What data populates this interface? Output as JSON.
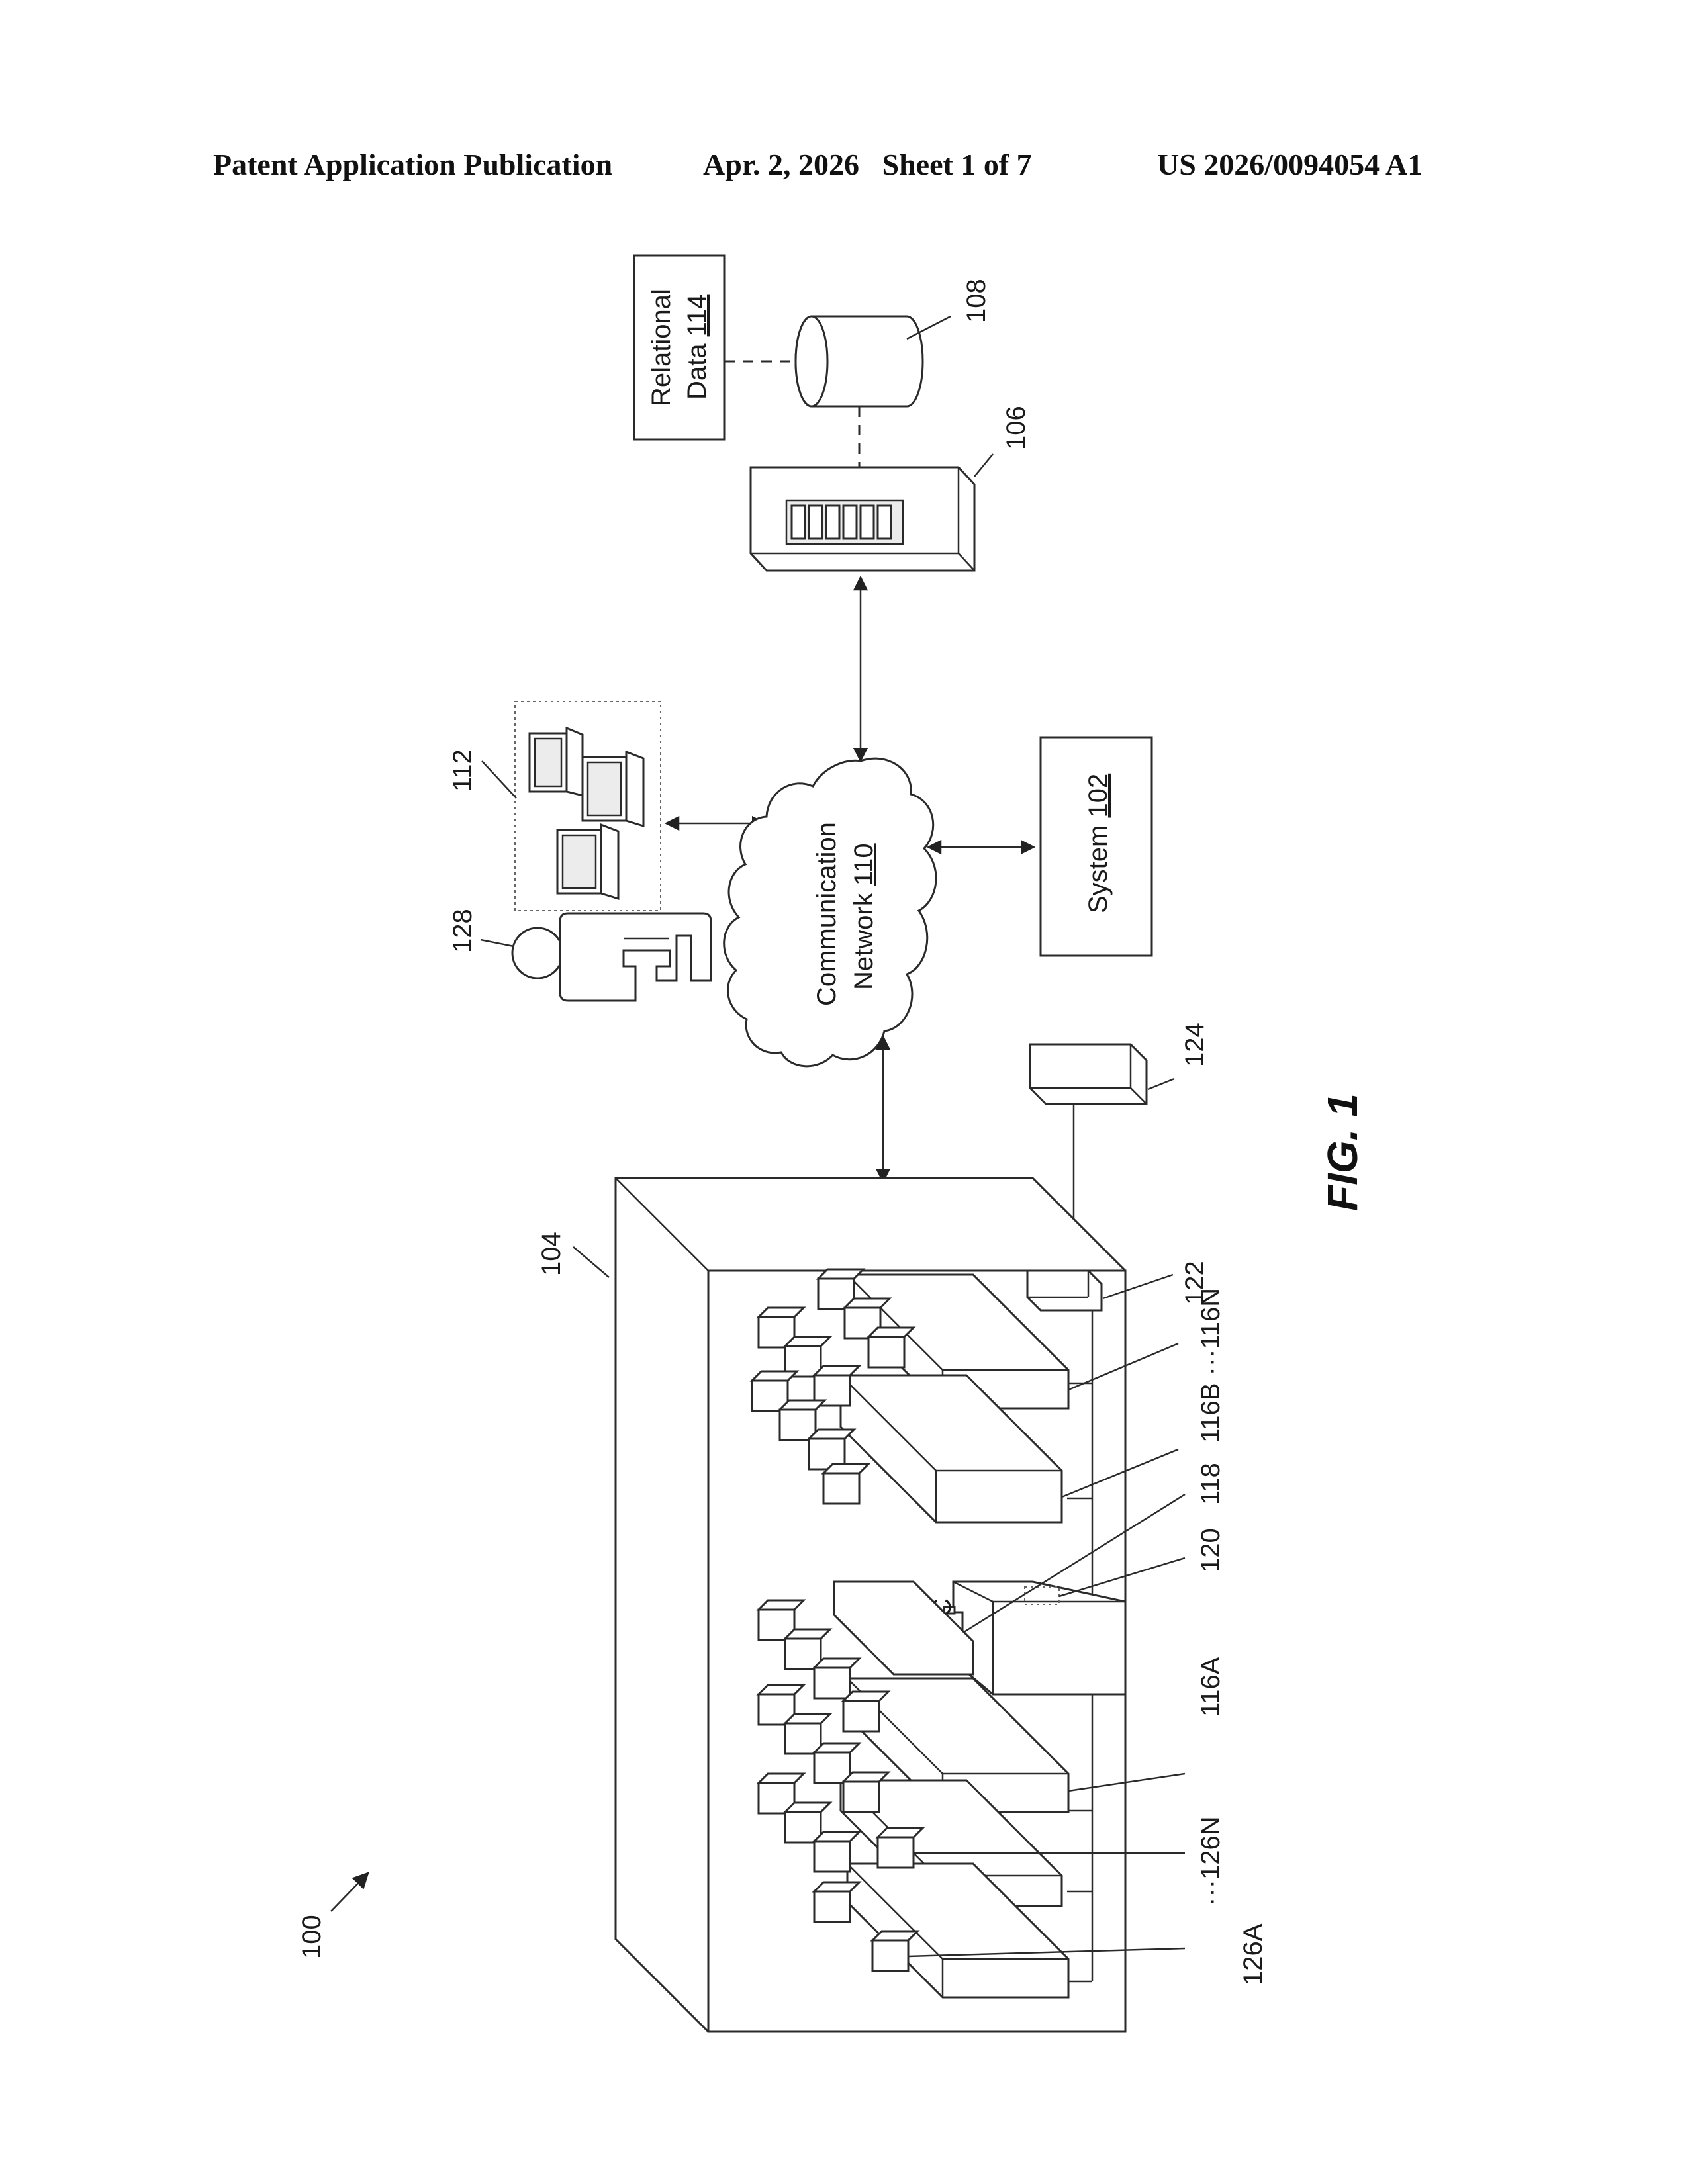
{
  "header": {
    "left": "Patent Application Publication",
    "middle": "Apr. 2, 2026   Sheet 1 of 7",
    "right": "US 2026/0094054 A1"
  },
  "figure": {
    "caption": "FIG. 1",
    "system_ref": "100",
    "relational_data": {
      "line1": "Relational",
      "line2": "Data",
      "ref": "114"
    },
    "database_ref": "108",
    "server_ref": "106",
    "devices_ref": "112",
    "user_ref": "128",
    "network": {
      "line1": "Communication",
      "line2": "Network",
      "ref": "110"
    },
    "system_box": {
      "label": "System",
      "ref": "102"
    },
    "device_124_ref": "124",
    "facility_ref": "104",
    "refs": {
      "r122": "122",
      "r116b": "116B ···116N",
      "r118": "118",
      "r120": "120",
      "r116a": "116A",
      "r126n": "···126N",
      "r126a": "126A"
    },
    "component_letter": "C"
  }
}
